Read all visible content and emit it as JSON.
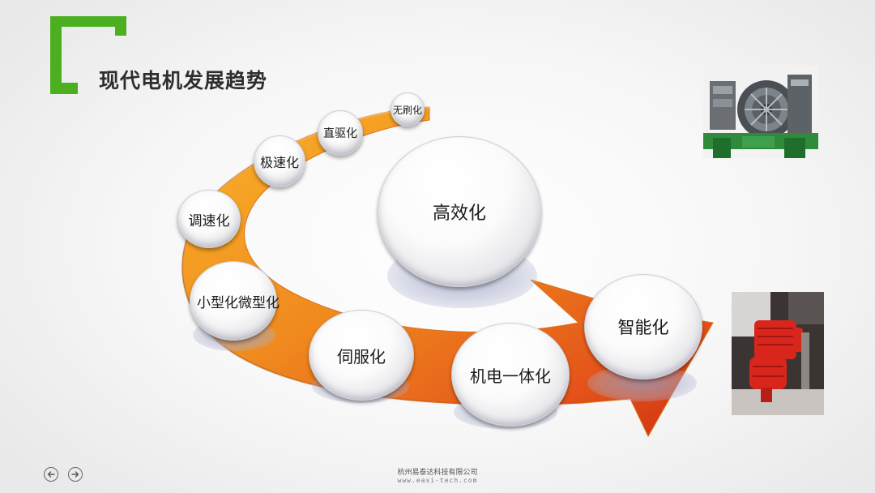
{
  "slide": {
    "title": "现代电机发展趋势",
    "accent_color": "#4caf1f",
    "arrow_colors": [
      "#f7a825",
      "#ec6b1c",
      "#d63a12"
    ]
  },
  "bubbles": [
    {
      "id": "wushua",
      "label": "无刷化"
    },
    {
      "id": "zhiqu",
      "label": "直驱化"
    },
    {
      "id": "jisu",
      "label": "极速化"
    },
    {
      "id": "tiaosu",
      "label": "调速化"
    },
    {
      "id": "xiaoxing",
      "label": "小型化微型化"
    },
    {
      "id": "sifu",
      "label": "伺服化"
    },
    {
      "id": "jidian",
      "label": "机电一体化"
    },
    {
      "id": "zhineng",
      "label": "智能化"
    },
    {
      "id": "gaoxiao",
      "label": "高效化"
    }
  ],
  "images": {
    "top_right": "industrial-motor-photo",
    "bottom_right": "red-gear-motor-photo"
  },
  "footer": {
    "company": "杭州易泰达科技有限公司",
    "url": "www.easi-tech.com"
  },
  "nav": {
    "prev_icon": "arrow-left-icon",
    "next_icon": "arrow-right-icon"
  }
}
